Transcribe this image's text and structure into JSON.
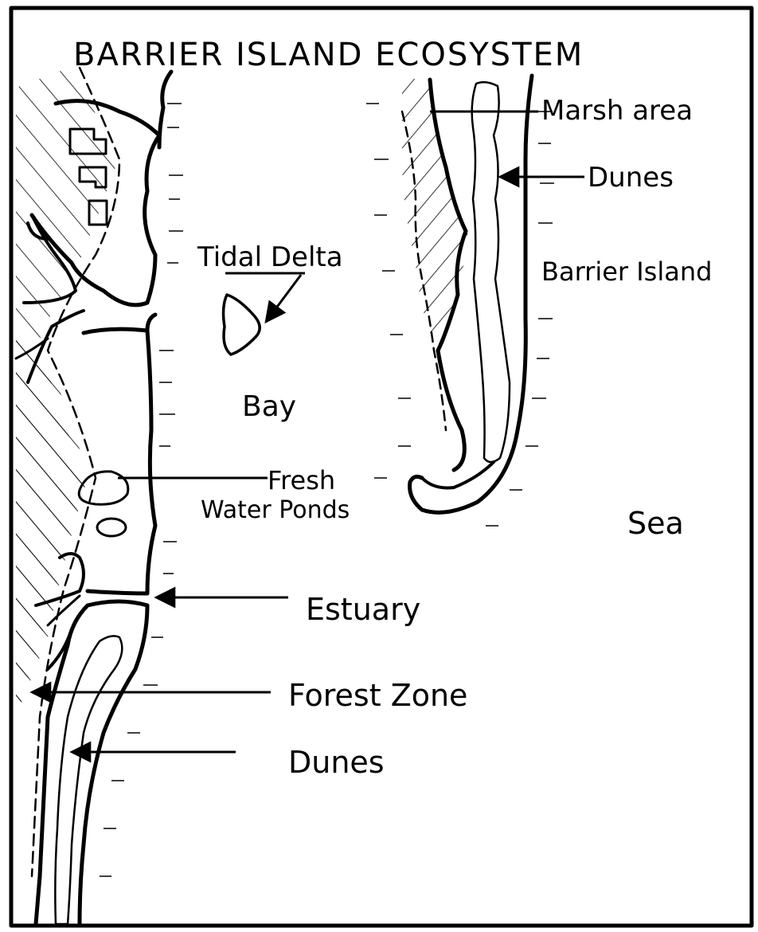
{
  "title": "BARRIER ISLAND ECOSYSTEM",
  "labels": {
    "marsh_area": "Marsh area",
    "dunes_top": "Dunes",
    "barrier_island": "Barrier Island",
    "tidal_delta": "Tidal Delta",
    "bay": "Bay",
    "fresh": "Fresh",
    "water_ponds": "Water Ponds",
    "sea": "Sea",
    "estuary": "Estuary",
    "forest_zone": "Forest Zone",
    "dunes_bottom": "Dunes"
  },
  "colors": {
    "ink": "#000000",
    "background": "#ffffff"
  }
}
